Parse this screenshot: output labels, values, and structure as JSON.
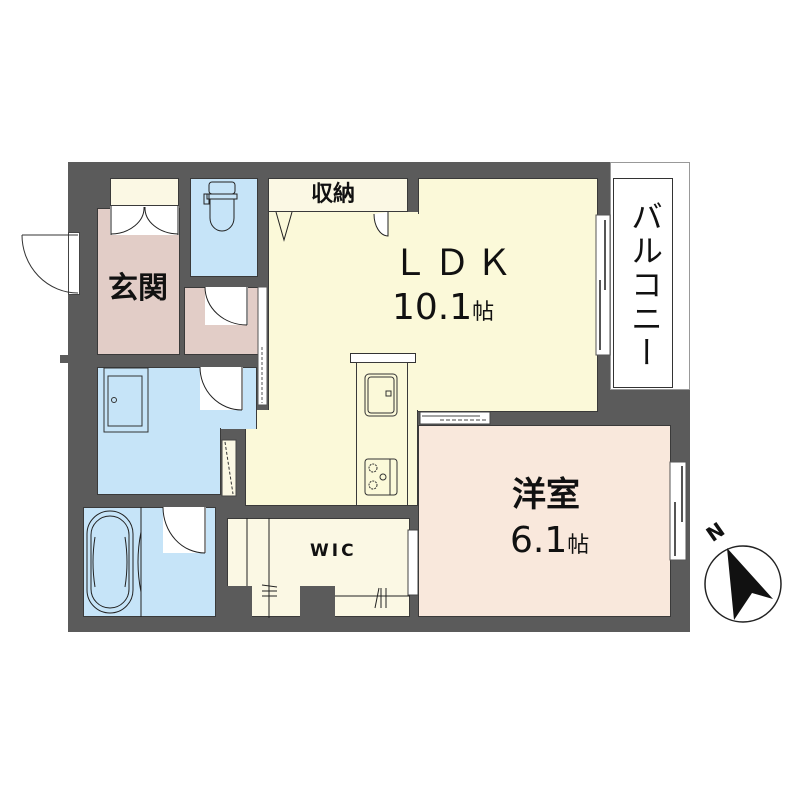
{
  "floorplan": {
    "type": "apartment-1LDK",
    "rooms": {
      "genkan": {
        "label": "玄関"
      },
      "storage": {
        "label": "収納"
      },
      "ldk": {
        "label": "ＬＤＫ",
        "size": "10.1",
        "unit": "帖"
      },
      "yoshitsu": {
        "label": "洋室",
        "size": "6.1",
        "unit": "帖"
      },
      "wic": {
        "label": "WIC"
      },
      "balcony": {
        "label": "バルコニー"
      },
      "toilet": {
        "label": ""
      },
      "washroom": {
        "label": ""
      },
      "bathroom": {
        "label": ""
      }
    },
    "compass": {
      "label": "N"
    },
    "colors": {
      "wall": "#5b5b5b",
      "genkan": "#e2cdc7",
      "wet_area": "#c6e4f8",
      "ldk": "#fbf9d9",
      "yoshitsu": "#f9e8dc",
      "storage": "#fbf8e4"
    }
  }
}
